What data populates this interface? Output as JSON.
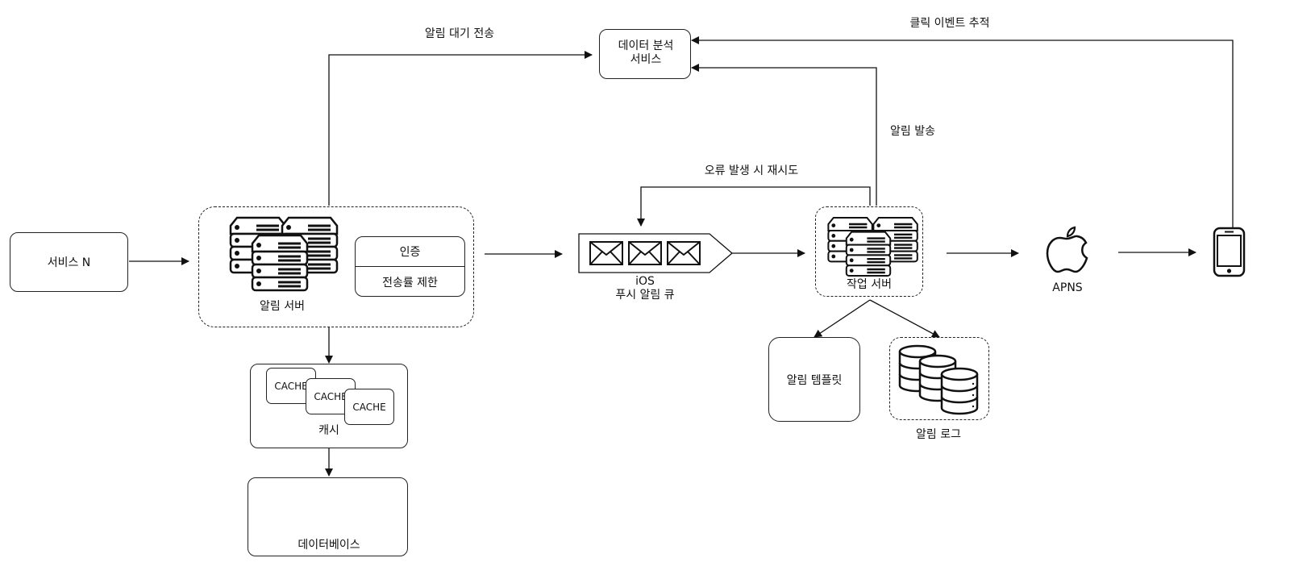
{
  "nodes": {
    "service_n": "서비스 N",
    "notification_server": "알림 서버",
    "auth": "인증",
    "rate_limit": "전송률 제한",
    "cache_card": "CACHE",
    "cache_group": "캐시",
    "database": "데이터베이스",
    "queue_line1": "iOS",
    "queue_line2": "푸시 알림 큐",
    "worker": "작업 서버",
    "template": "알림 템플릿",
    "log": "알림 로그",
    "apns": "APNS",
    "analytics_line1": "데이터 분석",
    "analytics_line2": "서비스"
  },
  "edges": {
    "to_analytics": "알림 대기 전송",
    "click_tracking": "클릭 이벤트 추적",
    "sent": "알림 발송",
    "retry": "오류 발생 시 재시도"
  },
  "icons": {
    "server_stack": "server-stack-icon",
    "database": "database-cylinder-icon",
    "envelope": "envelope-icon",
    "apple": "apple-logo-icon",
    "phone": "smartphone-icon"
  },
  "colors": {
    "stroke": "#222222",
    "background": "#ffffff"
  }
}
